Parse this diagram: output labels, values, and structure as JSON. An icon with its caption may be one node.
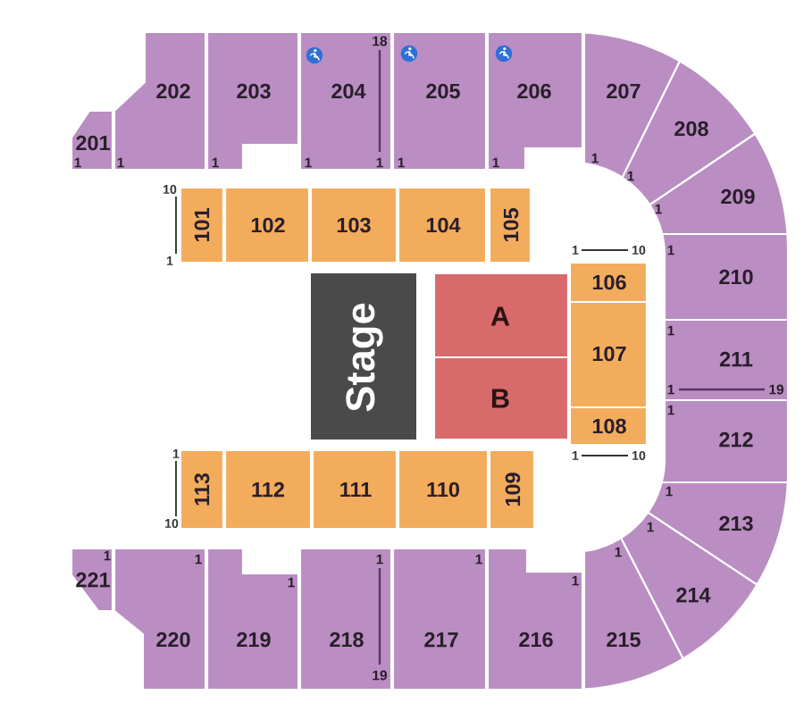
{
  "diagram": {
    "nodes": [
      {
        "text": [
          "201",
          "1"
        ]
      },
      {
        "text": [
          "202",
          "1"
        ]
      },
      {
        "text": [
          "203",
          "1"
        ]
      },
      {
        "text": [
          "18",
          "204",
          "1",
          "1"
        ]
      },
      {
        "text": [
          "205",
          "1"
        ]
      },
      {
        "text": [
          "206",
          "1"
        ]
      },
      {
        "text": [
          "207",
          "1"
        ]
      },
      {
        "text": [
          "208",
          "1"
        ]
      },
      {
        "text": [
          "209",
          "1"
        ]
      },
      {
        "text": [
          "101"
        ],
        "beside": [
          "10",
          "1"
        ]
      },
      {
        "text": [
          "102"
        ]
      },
      {
        "text": [
          "103"
        ]
      },
      {
        "text": [
          "104"
        ]
      },
      {
        "text": [
          "105"
        ]
      },
      {
        "text": [
          "1",
          "210"
        ]
      },
      {
        "text": [
          "Stage"
        ]
      },
      {
        "text": [
          "A"
        ]
      },
      {
        "text": [
          "B"
        ]
      },
      {
        "text": [
          "106"
        ],
        "beside": [
          "1",
          "10"
        ]
      },
      {
        "text": [
          "107"
        ]
      },
      {
        "text": [
          "108"
        ],
        "beside": [
          "1",
          "10"
        ]
      },
      {
        "text": [
          "1",
          "211",
          "1",
          "19"
        ]
      },
      {
        "text": [
          "1",
          "212"
        ]
      },
      {
        "text": [
          "113"
        ],
        "beside": [
          "1",
          "10"
        ]
      },
      {
        "text": [
          "112"
        ]
      },
      {
        "text": [
          "111"
        ]
      },
      {
        "text": [
          "110"
        ]
      },
      {
        "text": [
          "109"
        ]
      },
      {
        "text": [
          "1",
          "213"
        ]
      },
      {
        "text": [
          "1",
          "214"
        ]
      },
      {
        "text": [
          "1",
          "221"
        ]
      },
      {
        "text": [
          "1",
          "220"
        ]
      },
      {
        "text": [
          "1",
          "219"
        ]
      },
      {
        "text": [
          "1",
          "218",
          "19"
        ]
      },
      {
        "text": [
          "1",
          "217"
        ]
      },
      {
        "text": [
          "1",
          "216"
        ]
      },
      {
        "text": [
          "1",
          "215"
        ]
      }
    ]
  }
}
